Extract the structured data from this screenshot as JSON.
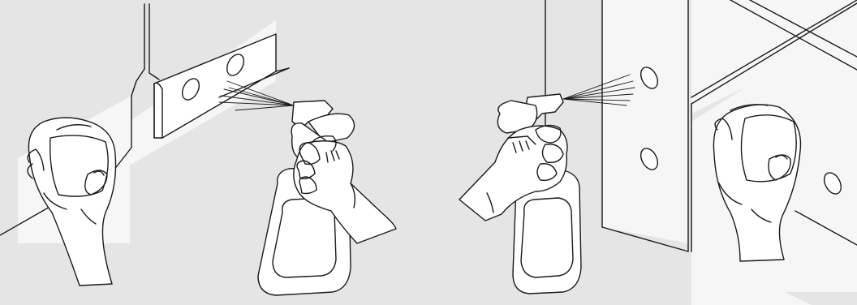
{
  "illustration": {
    "background_color": "#e5e5e5",
    "line_color": "#1a1a1a",
    "fill_color": "#ffffff",
    "panels": [
      {
        "scene": "left",
        "steps": [
          "wipe-with-cloth",
          "spray-cleaner"
        ],
        "hole_count": 2
      },
      {
        "scene": "right",
        "steps": [
          "spray-cleaner",
          "wipe-with-cloth"
        ],
        "hole_count": 3
      }
    ]
  }
}
